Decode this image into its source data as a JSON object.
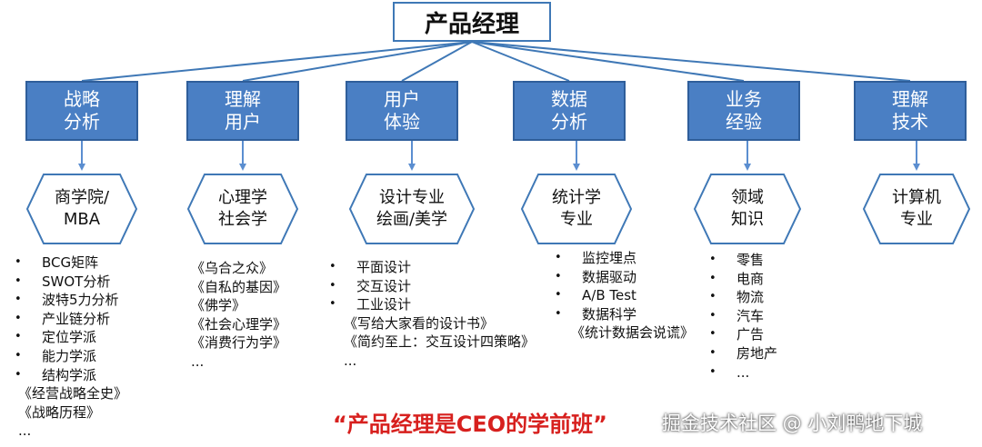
{
  "root": "产品经理",
  "categories": [
    {
      "label": "战略\n分析",
      "hex": "商学院/\nMBA",
      "items": [
        {
          "text": "BCG矩阵",
          "bullet": true
        },
        {
          "text": "SWOT分析",
          "bullet": true
        },
        {
          "text": "波特5力分析",
          "bullet": true
        },
        {
          "text": "产业链分析",
          "bullet": true
        },
        {
          "text": "定位学派",
          "bullet": true
        },
        {
          "text": "能力学派",
          "bullet": true
        },
        {
          "text": "结构学派",
          "bullet": true
        },
        {
          "text": "《经营战略全史》",
          "bullet": false
        },
        {
          "text": "《战略历程》",
          "bullet": false
        },
        {
          "text": "...",
          "bullet": false
        }
      ]
    },
    {
      "label": "理解\n用户",
      "hex": "心理学\n社会学",
      "items": [
        {
          "text": "《乌合之众》",
          "bullet": false
        },
        {
          "text": "《自私的基因》",
          "bullet": false
        },
        {
          "text": "《佛学》",
          "bullet": false
        },
        {
          "text": "《社会心理学》",
          "bullet": false
        },
        {
          "text": "《消费行为学》",
          "bullet": false
        },
        {
          "text": "...",
          "bullet": false
        }
      ]
    },
    {
      "label": "用户\n体验",
      "hex": "设计专业\n绘画/美学",
      "items": [
        {
          "text": "平面设计",
          "bullet": true
        },
        {
          "text": "交互设计",
          "bullet": true
        },
        {
          "text": "工业设计",
          "bullet": true
        },
        {
          "text": "《写给大家看的设计书》",
          "bullet": false
        },
        {
          "text": "《简约至上：交互设计四策略》",
          "bullet": false
        },
        {
          "text": "...",
          "bullet": false
        }
      ]
    },
    {
      "label": "数据\n分析",
      "hex": "统计学\n专业",
      "items": [
        {
          "text": "监控埋点",
          "bullet": true
        },
        {
          "text": "数据驱动",
          "bullet": true
        },
        {
          "text": "A/B Test",
          "bullet": true
        },
        {
          "text": "数据科学",
          "bullet": true
        },
        {
          "text": "《统计数据会说谎》",
          "bullet": false
        }
      ]
    },
    {
      "label": "业务\n经验",
      "hex": "领域\n知识",
      "items": [
        {
          "text": "零售",
          "bullet": true
        },
        {
          "text": "电商",
          "bullet": true
        },
        {
          "text": "物流",
          "bullet": true
        },
        {
          "text": "汽车",
          "bullet": true
        },
        {
          "text": "广告",
          "bullet": true
        },
        {
          "text": "房地产",
          "bullet": true
        },
        {
          "text": "...",
          "bullet": true
        }
      ]
    },
    {
      "label": "理解\n技术",
      "hex": "计算机\n专业",
      "items": []
    }
  ],
  "slogan": "“产品经理是CEO的学前班”",
  "watermark": "掘金技术社区 @ 小刘鸭地下城",
  "colors": {
    "box_fill": "#4a7fc4",
    "line": "#3f78b6",
    "slogan": "#d7201e"
  }
}
